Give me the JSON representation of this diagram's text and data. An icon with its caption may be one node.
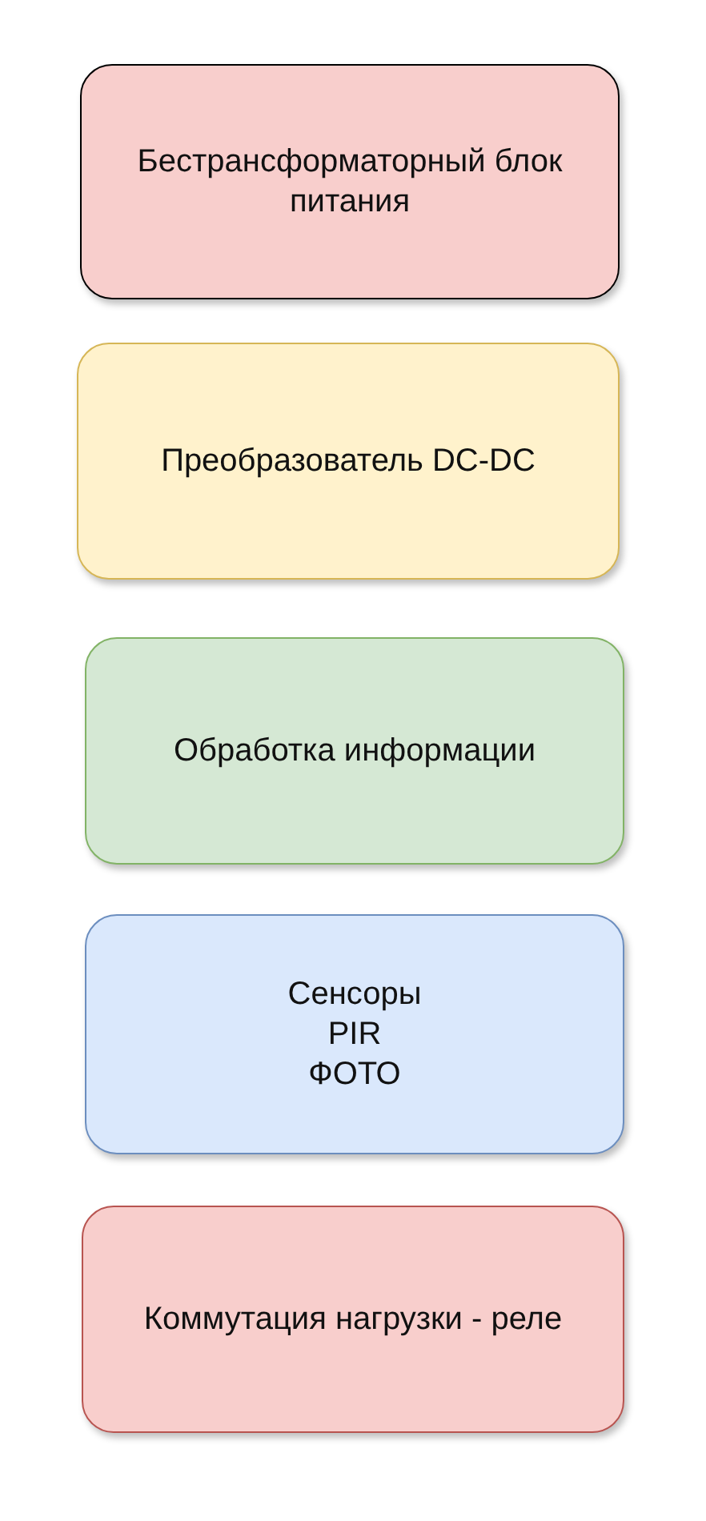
{
  "diagram": {
    "nodes": [
      {
        "text": [
          "Бестрансформаторный блок питания"
        ]
      },
      {
        "text": [
          "Преобразователь DC-DC"
        ]
      },
      {
        "text": [
          "Обработка информации"
        ]
      },
      {
        "text": [
          "Сенсоры",
          "PIR",
          "ФОТО"
        ]
      },
      {
        "text": [
          "Коммутация нагрузки - реле"
        ]
      }
    ]
  }
}
